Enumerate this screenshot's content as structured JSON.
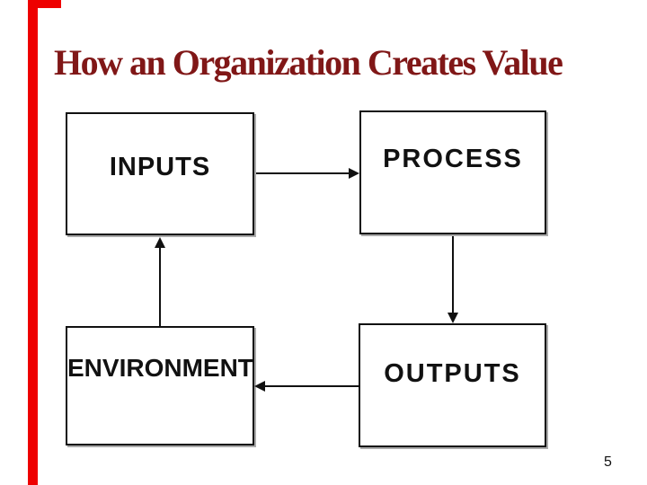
{
  "slide": {
    "title": "How an Organization Creates Value",
    "page_number": "5",
    "colors": {
      "accent_red": "#ee0000",
      "title_maroon": "#801717",
      "line_black": "#111111",
      "shadow_gray": "#aaaaaa",
      "background": "#ffffff"
    },
    "diagram": {
      "type": "flow-cycle",
      "nodes": [
        {
          "id": "inputs",
          "label": "INPUTS"
        },
        {
          "id": "process",
          "label": "PROCESS"
        },
        {
          "id": "environment",
          "label": "ENVIRONMENT"
        },
        {
          "id": "outputs",
          "label": "OUTPUTS"
        }
      ],
      "edges": [
        {
          "from": "INPUTS",
          "to": "PROCESS",
          "direction": "right"
        },
        {
          "from": "PROCESS",
          "to": "OUTPUTS",
          "direction": "down"
        },
        {
          "from": "OUTPUTS",
          "to": "ENVIRONMENT",
          "direction": "left"
        },
        {
          "from": "ENVIRONMENT",
          "to": "INPUTS",
          "direction": "up"
        }
      ]
    }
  }
}
